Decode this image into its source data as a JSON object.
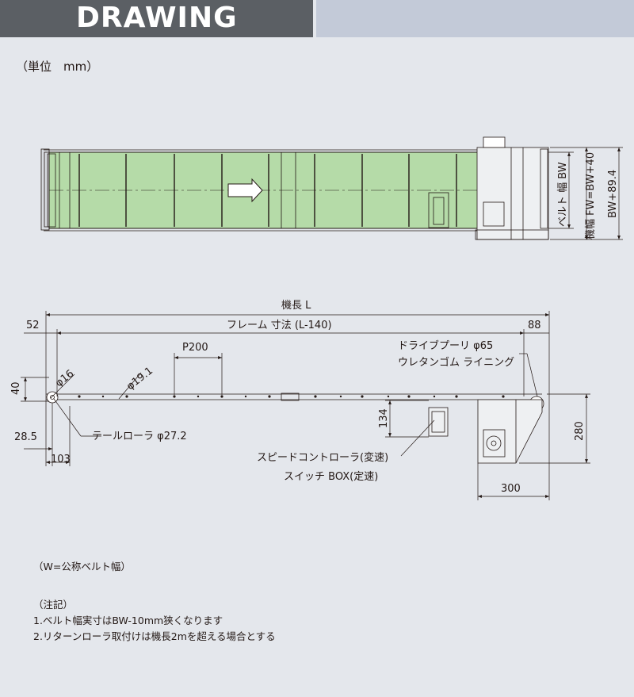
{
  "header": {
    "title": "DRAWING"
  },
  "unit_label": "（単位　mm）",
  "top_view": {
    "belt_width": "ベルト 幅 BW",
    "frame_width": "機幅 FW=BW+40",
    "overall_width": "BW+89.4"
  },
  "side_view": {
    "length": "機長 L",
    "frame_length": "フレーム 寸法 (L-140)",
    "dim_52": "52",
    "dim_88": "88",
    "pitch": "P200",
    "drive_pulley": "ドライブプーリ φ65",
    "lining": "ウレタンゴム ライニング",
    "phi16": "φ16",
    "phi19": "φ19.1",
    "dim_40": "40",
    "dim_28_5": "28.5",
    "dim_103": "103",
    "tail_roller": "テールローラ φ27.2",
    "dim_134": "134",
    "dim_280": "280",
    "dim_300": "300",
    "speed_controller": "スピードコントローラ(変速)",
    "switch_box": "スイッチ BOX(定速)"
  },
  "notes": {
    "w_def": "（W=公称ベルト幅）",
    "heading": "（注記）",
    "note1": "1.ベルト幅実寸はBW-10mm狭くなります",
    "note2": "2.リターンローラ取付けは機長2mを超える場合とする"
  }
}
